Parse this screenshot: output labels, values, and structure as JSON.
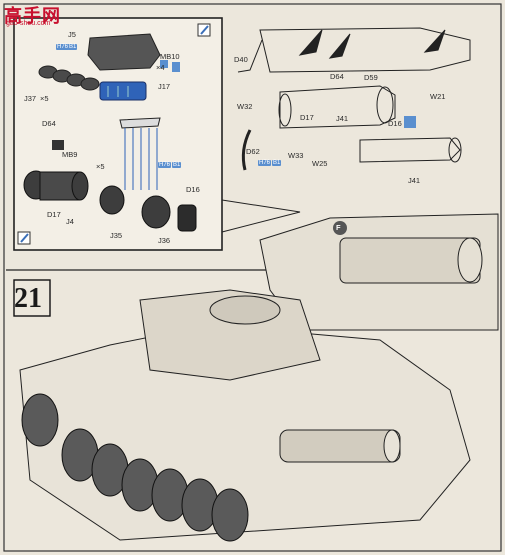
{
  "logo": {
    "main": "高手网",
    "url": "gao-shou.com"
  },
  "step_number": "21",
  "labels": {
    "J5": "J5",
    "H76": "H76",
    "B1": "B1",
    "MB10": "MB10",
    "x4": "×4",
    "J37": "J37",
    "x5a": "×5",
    "J17a": "J17",
    "D64a": "D64",
    "MB9": "MB9",
    "x5b": "×5",
    "H76b": "H76",
    "B1b": "B1",
    "D16a": "D16",
    "D17a": "D17",
    "J4": "J4",
    "J35": "J35",
    "J36": "J36",
    "D40": "D40",
    "D64b": "D64",
    "D59": "D59",
    "W21": "W21",
    "W32": "W32",
    "J41a": "J41",
    "D17b": "D17",
    "D16b": "D16",
    "D62": "D62",
    "W33": "W33",
    "H76c": "H76",
    "B1c": "B1",
    "W25": "W25",
    "J41b": "J41",
    "F": "F"
  }
}
